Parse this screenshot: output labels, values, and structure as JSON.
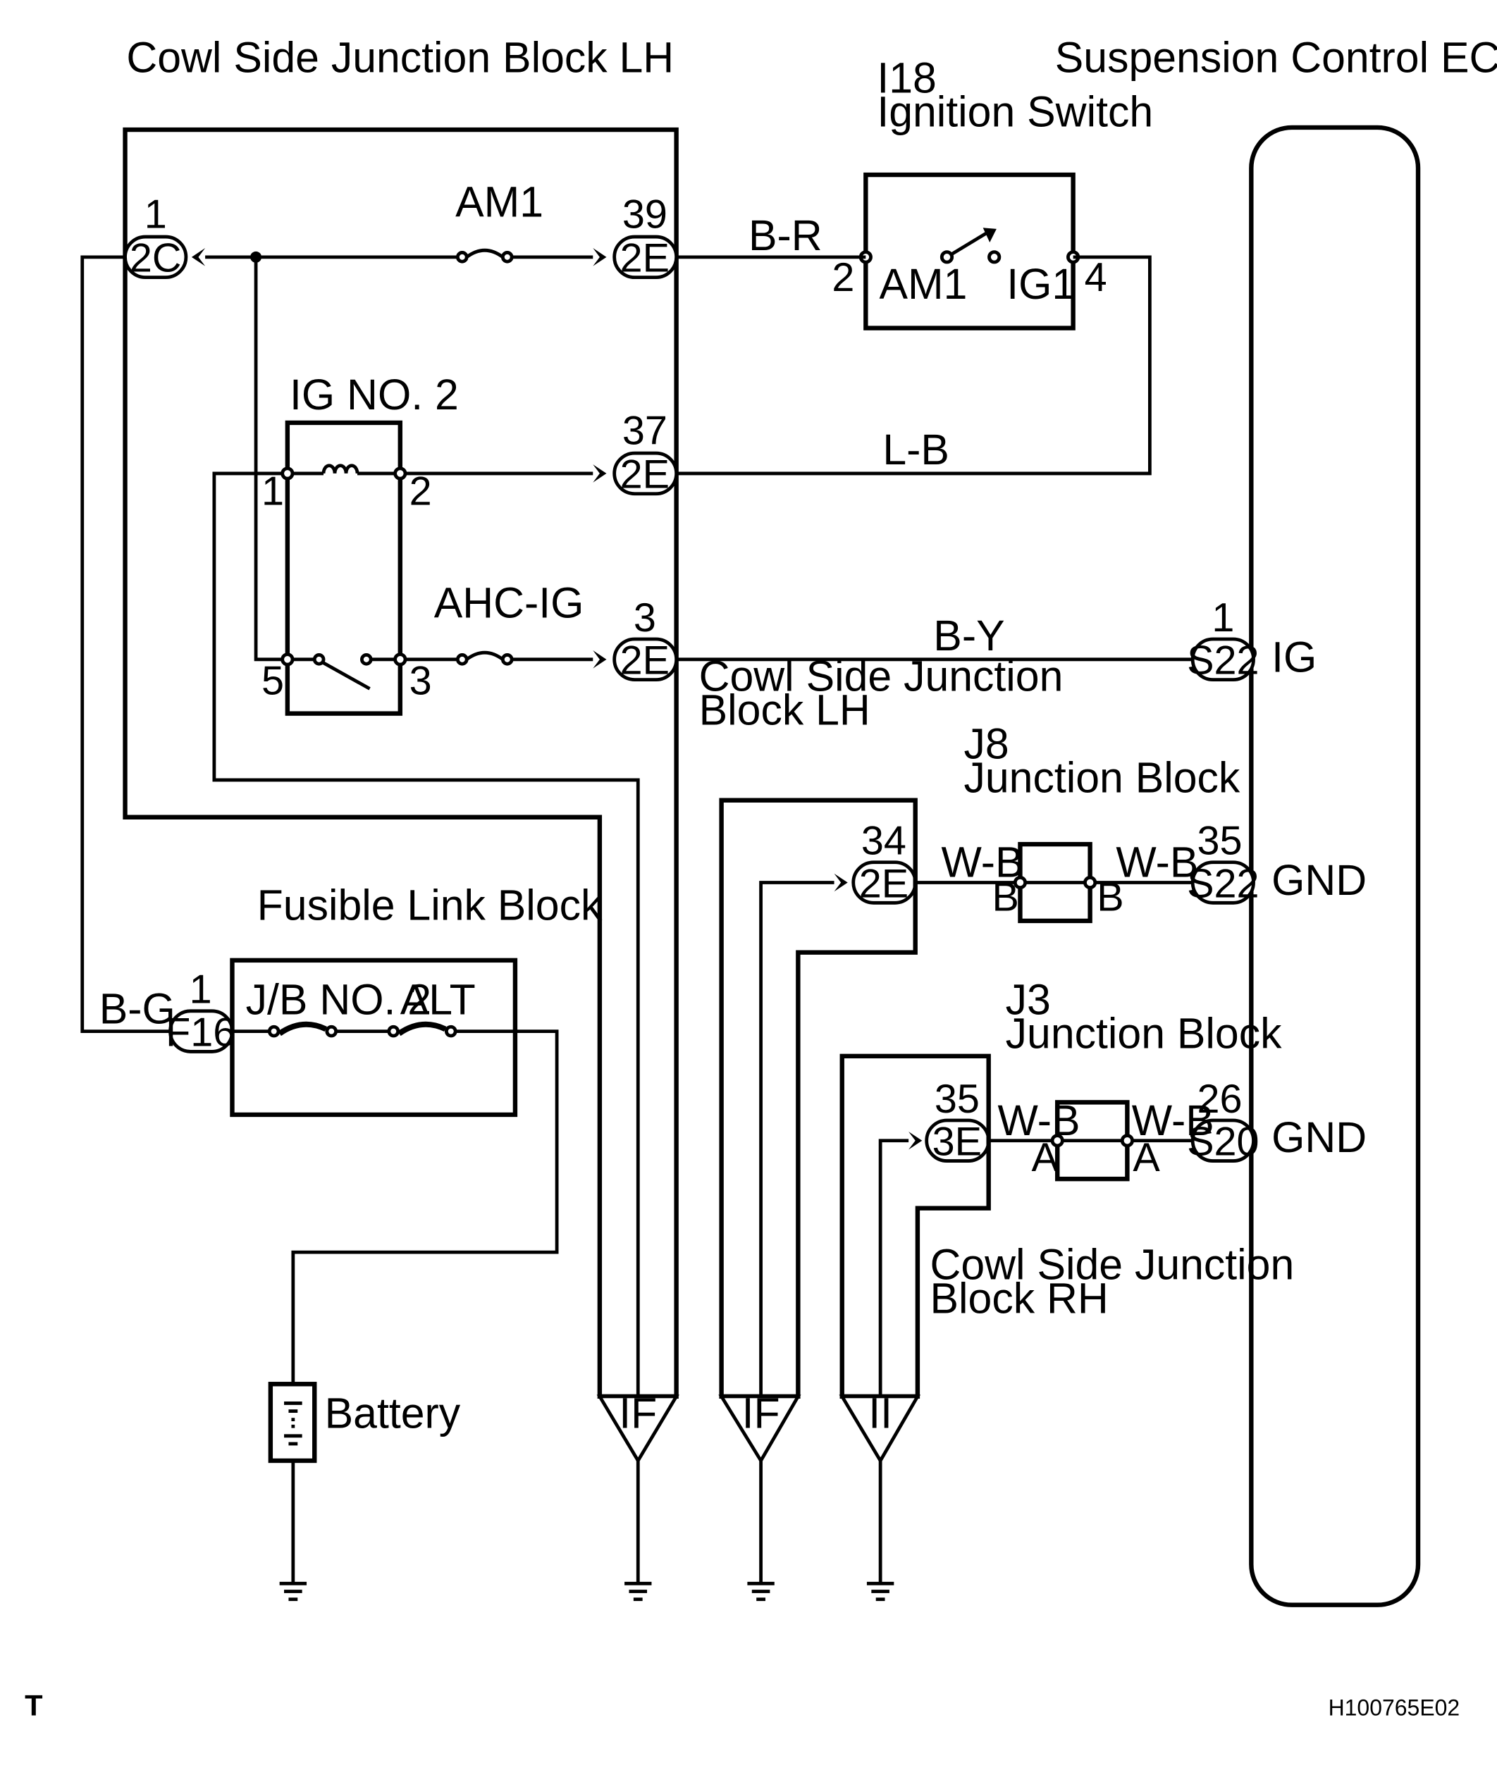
{
  "titles": {
    "cowl_lh": "Cowl Side Junction Block LH",
    "ecu": "Suspension Control ECU",
    "ign_code": "I18",
    "ign_name": "Ignition Switch",
    "fusible": "Fusible Link Block",
    "j8_code": "J8",
    "j8_name": "Junction Block",
    "j3_code": "J3",
    "j3_name": "Junction Block",
    "cowl_lh_2_line1": "Cowl Side Junction",
    "cowl_lh_2_line2": "Block LH",
    "cowl_rh_line1": "Cowl Side Junction",
    "cowl_rh_line2": "Block RH",
    "battery": "Battery"
  },
  "fuses": {
    "am1": "AM1",
    "ahc_ig": "AHC-IG",
    "jb_no2": "J/B NO. 2",
    "alt": "ALT"
  },
  "relay": {
    "name": "IG NO. 2",
    "pin1": "1",
    "pin2": "2",
    "pin3": "3",
    "pin5": "5"
  },
  "ignition_switch": {
    "am1": "AM1",
    "ig1": "IG1",
    "pin2": "2",
    "pin4": "4"
  },
  "connectors": {
    "c2c": {
      "code": "2C",
      "pin": "1"
    },
    "e39": {
      "code": "2E",
      "pin": "39"
    },
    "e37": {
      "code": "2E",
      "pin": "37"
    },
    "e3": {
      "code": "2E",
      "pin": "3"
    },
    "f16": {
      "code": "F16",
      "pin": "1"
    },
    "e34": {
      "code": "2E",
      "pin": "34"
    },
    "e35": {
      "code": "3E",
      "pin": "35"
    },
    "s22a": {
      "code": "S22",
      "pin": "1"
    },
    "s22b": {
      "code": "S22",
      "pin": "35"
    },
    "s20": {
      "code": "S20",
      "pin": "26"
    }
  },
  "wires": {
    "br": "B-R",
    "lb": "L-B",
    "by": "B-Y",
    "bg": "B-G",
    "wb1": "W-B",
    "wb2": "W-B",
    "wb3": "W-B",
    "wb4": "W-B"
  },
  "junction_pins": {
    "j8_left": "B",
    "j8_right": "B",
    "j3_left": "A",
    "j3_right": "A"
  },
  "ecu_pins": {
    "ig": "IG",
    "gnd1": "GND",
    "gnd2": "GND"
  },
  "grounds": {
    "if1": "IF",
    "if2": "IF",
    "ii": "II"
  },
  "footer": {
    "corner": "T",
    "code": "H100765E02"
  }
}
